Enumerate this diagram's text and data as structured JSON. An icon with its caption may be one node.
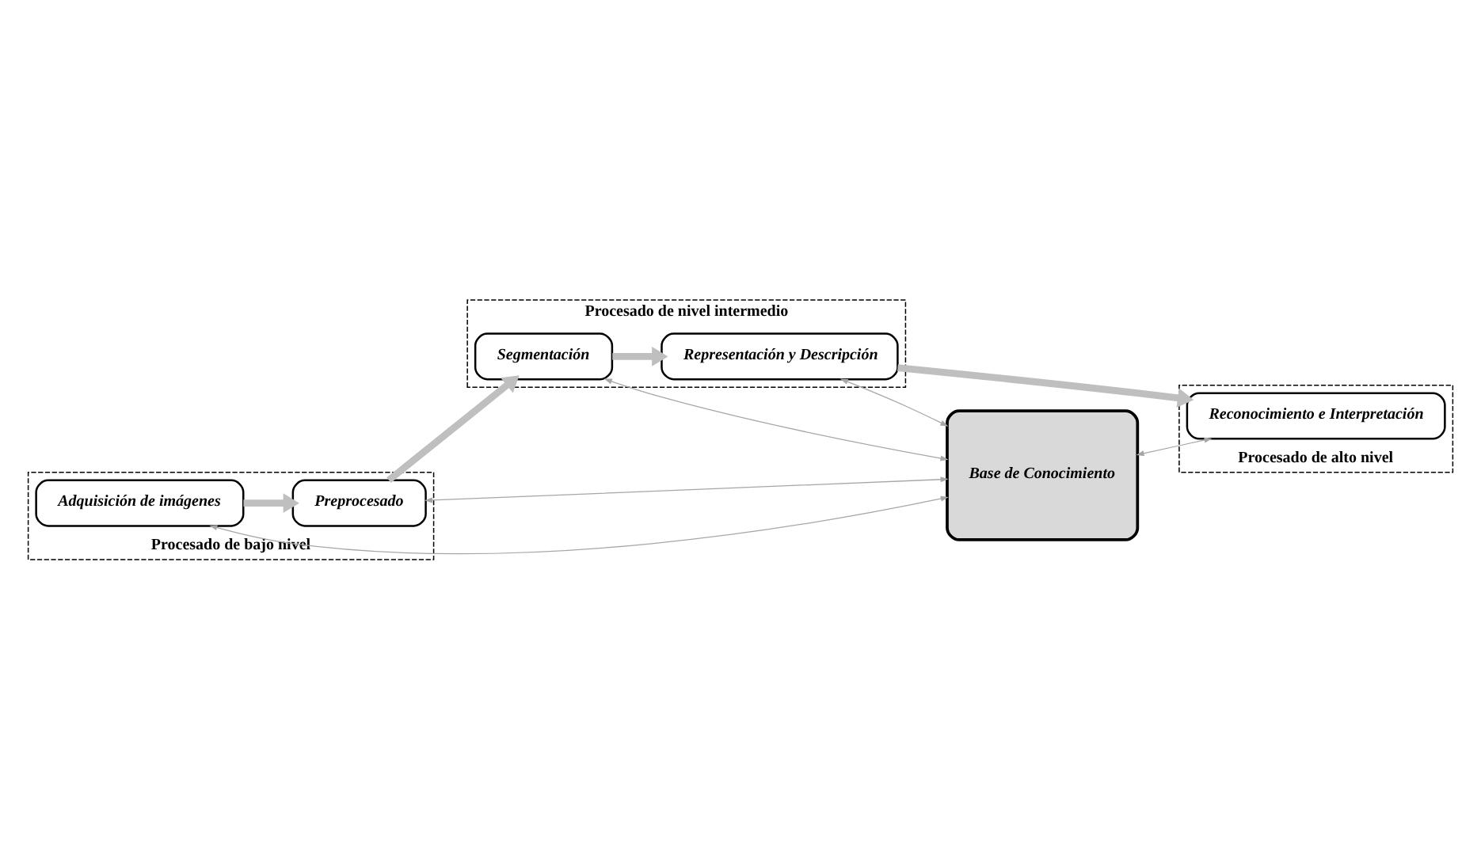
{
  "diagram": {
    "nodes": [
      {
        "text": [
          "Procesado de nivel intermedio"
        ]
      },
      {
        "text": [
          "Segmentación"
        ],
        "in": 0
      },
      {
        "text": [
          "Representación y Descripción"
        ],
        "in": 0
      },
      {
        "text": [
          "Procesado de bajo nivel"
        ]
      },
      {
        "text": [
          "Preprocesado"
        ],
        "in": 3
      },
      {
        "text": [
          "Adquisición de imágenes"
        ],
        "in": 3
      },
      {
        "text": [
          "Base de Conocimiento"
        ]
      },
      {
        "text": [
          "Procesado de alto nivel"
        ]
      },
      {
        "text": [
          "Reconocimiento e Interpretación"
        ],
        "in": 7
      }
    ],
    "edges": [
      {
        "from": 5,
        "to": 4,
        "arrow": "to",
        "style": "thick"
      },
      {
        "from": 4,
        "to": 1,
        "arrow": "to",
        "style": "thick"
      },
      {
        "from": 1,
        "to": 2,
        "arrow": "to",
        "style": "thick"
      },
      {
        "from": 2,
        "to": 8,
        "arrow": "to",
        "style": "thick"
      },
      {
        "from": 4,
        "to": 6,
        "arrow": "both"
      },
      {
        "from": 5,
        "to": 6,
        "arrow": "both"
      },
      {
        "from": 1,
        "to": 6,
        "arrow": "both"
      },
      {
        "from": 2,
        "to": 6,
        "arrow": "both"
      },
      {
        "from": 6,
        "to": 8,
        "arrow": "both"
      }
    ]
  }
}
